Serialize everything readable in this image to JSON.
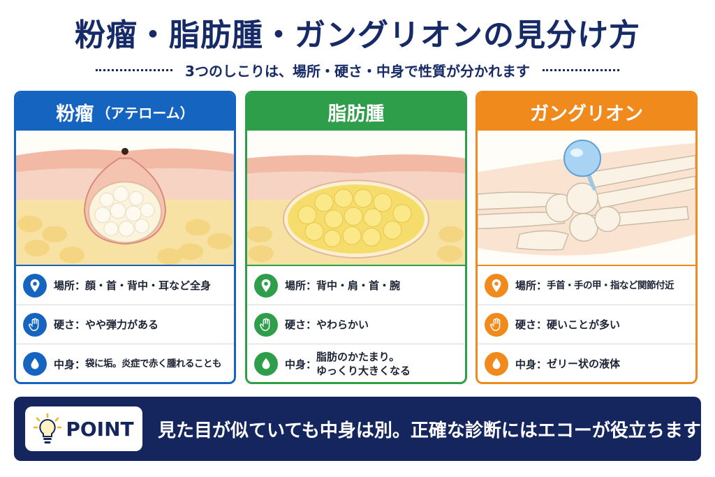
{
  "title": "粉瘤・脂肪腫・ガングリオンの見分け方",
  "subtitle": "3つのしこりは、場所・硬さ・中身で性質が分かれます",
  "colors": {
    "navy": "#15265f",
    "blue": "#1565c0",
    "green": "#2e9e4a",
    "orange": "#f08a1c"
  },
  "cards": [
    {
      "name": "粉瘤",
      "name_sub": "（アテローム）",
      "rows": [
        {
          "icon": "location-pin-icon",
          "label": "場所：",
          "text": "顔・首・背中・耳など全身"
        },
        {
          "icon": "hand-press-icon",
          "label": "硬さ：",
          "text": "やや弾力がある"
        },
        {
          "icon": "droplet-icon",
          "label": "中身：",
          "text": "袋に垢。炎症で赤く腫れることも"
        }
      ]
    },
    {
      "name": "脂肪腫",
      "name_sub": "",
      "rows": [
        {
          "icon": "location-pin-icon",
          "label": "場所：",
          "text": "背中・肩・首・腕"
        },
        {
          "icon": "hand-press-icon",
          "label": "硬さ：",
          "text": "やわらかい"
        },
        {
          "icon": "droplet-icon",
          "label": "中身：",
          "text_line1": "脂肪のかたまり。",
          "text_line2": "ゆっくり大きくなる"
        }
      ]
    },
    {
      "name": "ガングリオン",
      "name_sub": "",
      "rows": [
        {
          "icon": "location-pin-icon",
          "label": "場所：",
          "text": "手首・手の甲・指など関節付近"
        },
        {
          "icon": "hand-press-icon",
          "label": "硬さ：",
          "text": "硬いことが多い"
        },
        {
          "icon": "droplet-icon",
          "label": "中身：",
          "text": "ゼリー状の液体"
        }
      ]
    }
  ],
  "point": {
    "icon": "lightbulb-icon",
    "label": "POINT",
    "message": "見た目が似ていても中身は別。正確な診断にはエコーが役立ちます"
  }
}
